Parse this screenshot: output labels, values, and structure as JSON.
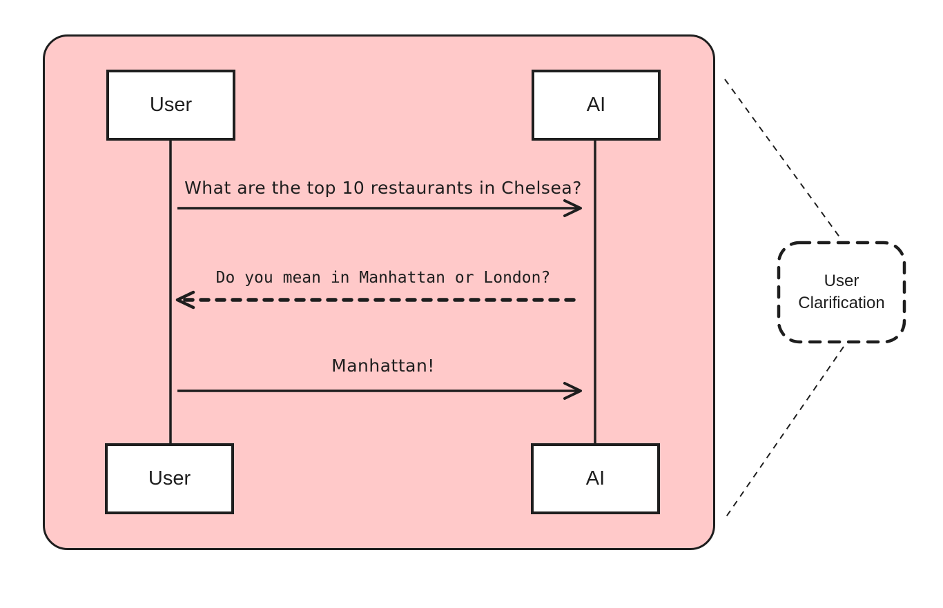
{
  "colors": {
    "container_fill": "#ffc9c9",
    "stroke": "#1e1e1e",
    "box_fill": "#ffffff",
    "canvas_bg": "#ffffff"
  },
  "diagram": {
    "actors": [
      {
        "label": "User",
        "position": "top-left"
      },
      {
        "label": "AI",
        "position": "top-right"
      },
      {
        "label": "User",
        "position": "bottom-left"
      },
      {
        "label": "AI",
        "position": "bottom-right"
      }
    ],
    "messages": [
      {
        "label": "What are the top 10 restaurants in Chelsea?",
        "from": "User",
        "to": "AI",
        "line_style": "solid",
        "direction": "right"
      },
      {
        "label": "Do you mean in Manhattan or London?",
        "from": "AI",
        "to": "User",
        "line_style": "dashed",
        "direction": "left"
      },
      {
        "label": "Manhattan!",
        "from": "User",
        "to": "AI",
        "line_style": "solid",
        "direction": "right"
      }
    ],
    "annotation": {
      "line1": "User",
      "line2": "Clarification"
    }
  }
}
